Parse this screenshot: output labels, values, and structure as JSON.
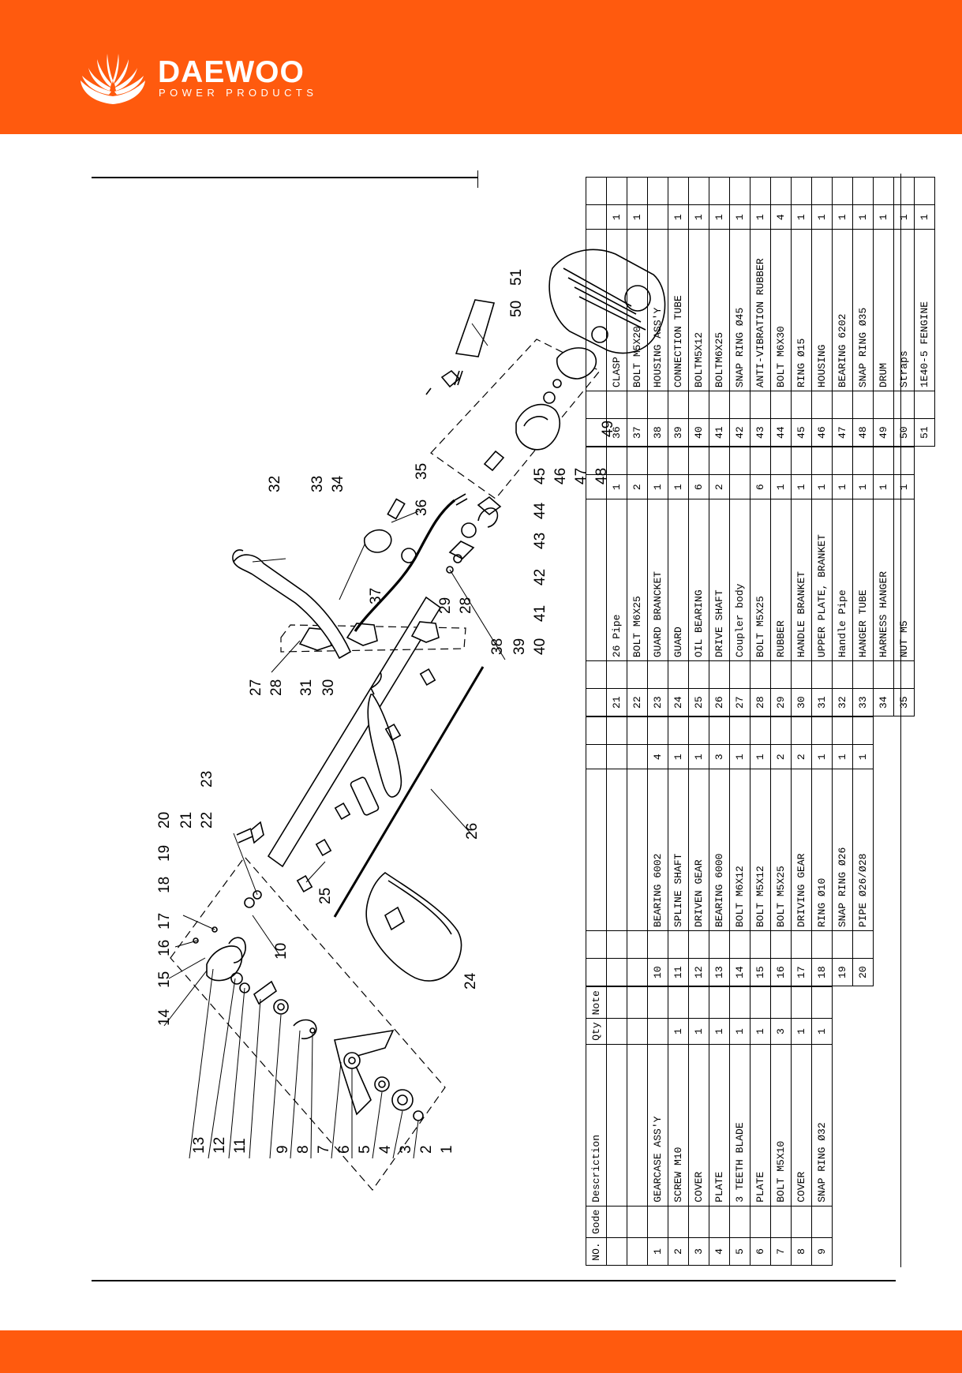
{
  "header": {
    "brand": "DAEWOO",
    "tagline": "POWER PRODUCTS"
  },
  "colors": {
    "brand_orange": "#ff5a0e",
    "ink": "#000000",
    "paper": "#ffffff"
  },
  "table": {
    "headers": {
      "no": "NO.",
      "code": "Gode",
      "description": "Descriction",
      "qty": "Qty",
      "note": "Note"
    },
    "columns": [
      [
        {
          "no": "1",
          "desc": "GEARCASE ASS'Y",
          "qty": ""
        },
        {
          "no": "2",
          "desc": "SCREW M10",
          "qty": "1"
        },
        {
          "no": "3",
          "desc": "COVER",
          "qty": "1"
        },
        {
          "no": "4",
          "desc": "PLATE",
          "qty": "1"
        },
        {
          "no": "5",
          "desc": "3 TEETH BLADE",
          "qty": "1"
        },
        {
          "no": "6",
          "desc": "PLATE",
          "qty": "1"
        },
        {
          "no": "7",
          "desc": "BOLT M5X10",
          "qty": "3"
        },
        {
          "no": "8",
          "desc": "COVER",
          "qty": "1"
        },
        {
          "no": "9",
          "desc": "SNAP RING Ø32",
          "qty": "1"
        }
      ],
      [
        {
          "no": "10",
          "desc": "BEARING 6002",
          "qty": "4"
        },
        {
          "no": "11",
          "desc": "SPLINE SHAFT",
          "qty": "1"
        },
        {
          "no": "12",
          "desc": "DRIVEN GEAR",
          "qty": "1"
        },
        {
          "no": "13",
          "desc": "BEARING 6000",
          "qty": "3"
        },
        {
          "no": "14",
          "desc": "BOLT M6X12",
          "qty": "1"
        },
        {
          "no": "15",
          "desc": "BOLT M5X12",
          "qty": "1"
        },
        {
          "no": "16",
          "desc": "BOLT M5X25",
          "qty": "2"
        },
        {
          "no": "17",
          "desc": "DRIVING GEAR",
          "qty": "2"
        },
        {
          "no": "18",
          "desc": "RING Ø10",
          "qty": "1"
        },
        {
          "no": "19",
          "desc": "SNAP RING Ø26",
          "qty": "1"
        },
        {
          "no": "20",
          "desc": "PIPE Ø26/Ø28",
          "qty": "1"
        }
      ],
      [
        {
          "no": "21",
          "desc": "26 Pipe",
          "qty": "1"
        },
        {
          "no": "22",
          "desc": "BOLT M6X25",
          "qty": "2"
        },
        {
          "no": "23",
          "desc": "GUARD BRANCKET",
          "qty": "1"
        },
        {
          "no": "24",
          "desc": "GUARD",
          "qty": "1"
        },
        {
          "no": "25",
          "desc": "OIL BEARING",
          "qty": "6"
        },
        {
          "no": "26",
          "desc": "DRIVE SHAFT",
          "qty": "2"
        },
        {
          "no": "27",
          "desc": "Coupler body",
          "qty": ""
        },
        {
          "no": "28",
          "desc": "BOLT M5X25",
          "qty": "6"
        },
        {
          "no": "29",
          "desc": "RUBBER",
          "qty": "1"
        },
        {
          "no": "30",
          "desc": "HANDLE BRANKET",
          "qty": "1"
        },
        {
          "no": "31",
          "desc": "UPPER PLATE, BRANKET",
          "qty": "1"
        },
        {
          "no": "32",
          "desc": "Handle Pipe",
          "qty": "1"
        },
        {
          "no": "33",
          "desc": "HANGER TUBE",
          "qty": "1"
        },
        {
          "no": "34",
          "desc": "HARNESS HANGER",
          "qty": "1"
        },
        {
          "no": "35",
          "desc": "NUT M5",
          "qty": "1"
        }
      ],
      [
        {
          "no": "36",
          "desc": "CLASP",
          "qty": "1"
        },
        {
          "no": "37",
          "desc": "BOLT M5X20",
          "qty": "1"
        },
        {
          "no": "38",
          "desc": "HOUSING ASS'Y",
          "qty": ""
        },
        {
          "no": "39",
          "desc": "CONNECTION TUBE",
          "qty": "1"
        },
        {
          "no": "40",
          "desc": "BOLTM5X12",
          "qty": "1"
        },
        {
          "no": "41",
          "desc": "BOLTM6X25",
          "qty": "1"
        },
        {
          "no": "42",
          "desc": "SNAP RING Ø45",
          "qty": "1"
        },
        {
          "no": "43",
          "desc": "ANTI-VIBRATION RUBBER",
          "qty": "1"
        },
        {
          "no": "44",
          "desc": "BOLT M6X30",
          "qty": "4"
        },
        {
          "no": "45",
          "desc": "RING Ø15",
          "qty": "1"
        },
        {
          "no": "46",
          "desc": "HOUSING",
          "qty": "1"
        },
        {
          "no": "47",
          "desc": "BEARING 6202",
          "qty": "1"
        },
        {
          "no": "48",
          "desc": "SNAP RING Ø35",
          "qty": "1"
        },
        {
          "no": "49",
          "desc": "DRUM",
          "qty": "1"
        },
        {
          "no": "50",
          "desc": "Straps",
          "qty": "1"
        },
        {
          "no": "51",
          "desc": "1E40-5 FENGINE",
          "qty": "1"
        }
      ]
    ]
  },
  "callouts": [
    "1",
    "2",
    "3",
    "4",
    "5",
    "6",
    "7",
    "8",
    "9",
    "10",
    "11",
    "12",
    "13",
    "14",
    "15",
    "16",
    "17",
    "18",
    "19",
    "20",
    "21",
    "22",
    "23",
    "24",
    "25",
    "26",
    "27",
    "28",
    "29",
    "30",
    "31",
    "32",
    "33",
    "34",
    "35",
    "36",
    "37",
    "38",
    "39",
    "40",
    "41",
    "42",
    "43",
    "44",
    "45",
    "46",
    "47",
    "48",
    "49",
    "50",
    "51"
  ]
}
